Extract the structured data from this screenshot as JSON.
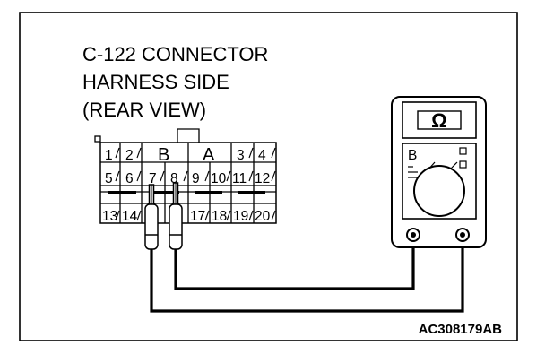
{
  "title_lines": [
    "C-122 CONNECTOR",
    "HARNESS SIDE",
    "(REAR VIEW)"
  ],
  "connector": {
    "row1": [
      "1",
      "2",
      "B",
      "A",
      "3",
      "4"
    ],
    "row2": [
      "5",
      "6",
      "7",
      "8",
      "9",
      "10",
      "11",
      "12"
    ],
    "row3": [
      "13",
      "14",
      "",
      "",
      "17",
      "18",
      "19",
      "20"
    ]
  },
  "meter": {
    "symbol": "Ω",
    "dial_mark": "B"
  },
  "figure_code": "AC308179AB"
}
